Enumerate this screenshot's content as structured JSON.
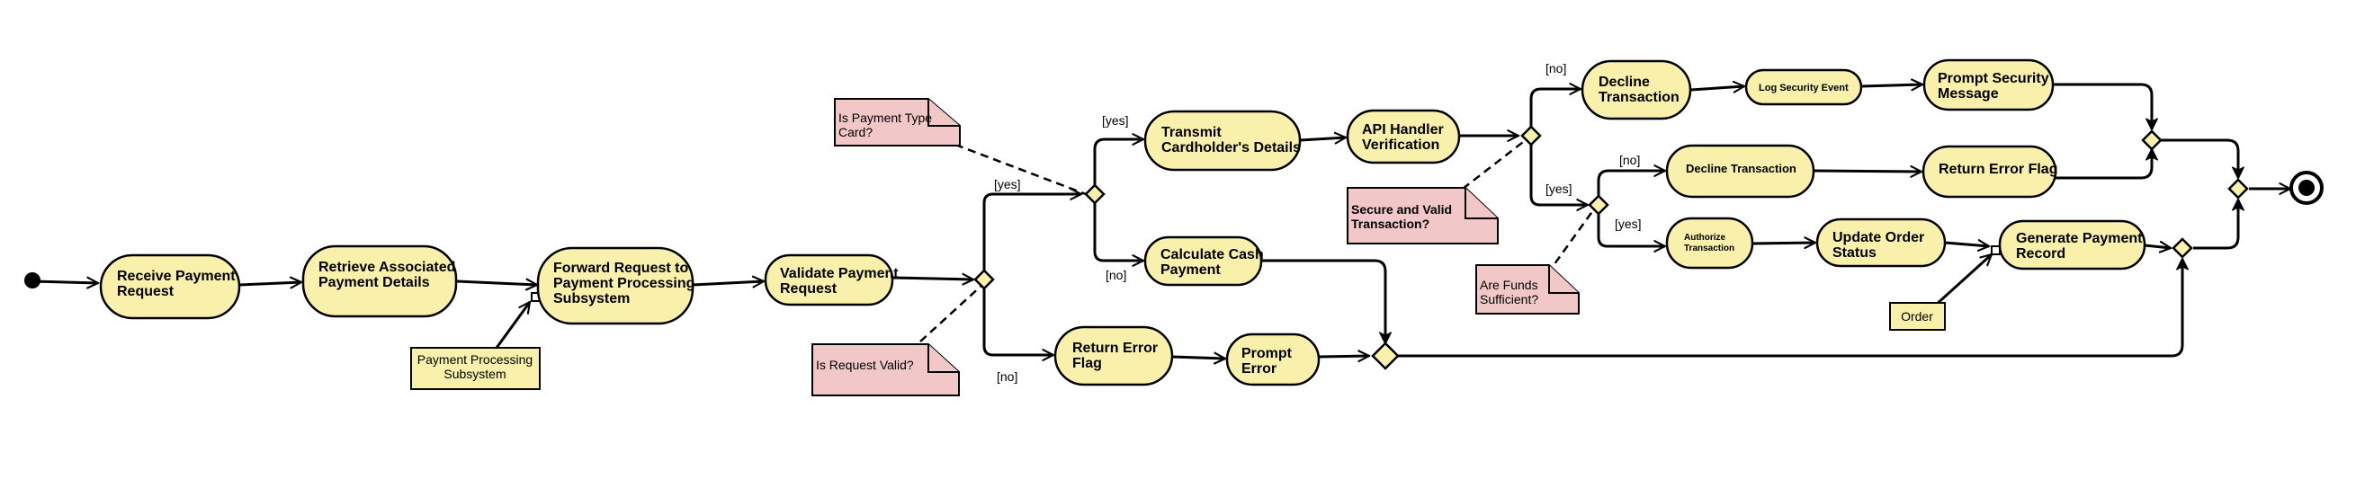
{
  "activities": {
    "receive_payment_request": "Receive Payment\nRequest",
    "retrieve_payment_details": "Retrieve Associated\nPayment Details",
    "forward_request": "Forward Request to\nPayment Processing\nSubsystem",
    "validate_payment_request": "Validate Payment\nRequest",
    "transmit_cardholder_details": "Transmit\nCardholder's Details",
    "calculate_cash_payment": "Calculate Cash\nPayment",
    "return_error_flag_1": "Return Error\nFlag",
    "prompt_error": "Prompt\nError",
    "api_handler_verification": "API Handler\nVerification",
    "decline_transaction_1": "Decline\nTransaction",
    "log_security_event": "Log Security Event",
    "prompt_security_message": "Prompt Security\nMessage",
    "decline_transaction_2": "Decline Transaction",
    "return_error_flag_2": "Return Error Flag",
    "authorize_transaction": "Authorize\nTransaction",
    "update_order_status": "Update Order\nStatus",
    "generate_payment_record": "Generate Payment\nRecord"
  },
  "notes": {
    "is_payment_type_card": "Is Payment Type\nCard?",
    "is_request_valid": "Is Request Valid?",
    "secure_and_valid": "Secure and Valid\nTransaction?",
    "are_funds_sufficient": "Are Funds\nSufficient?"
  },
  "object_nodes": {
    "payment_processing_subsystem": "Payment Processing\nSubsystem",
    "order": "Order"
  },
  "guards": {
    "yes_valid": "[yes]",
    "no_valid": "[no]",
    "yes_card": "[yes]",
    "no_card": "[no]",
    "no_secure": "[no]",
    "yes_secure": "[yes]",
    "no_funds": "[no]",
    "yes_funds": "[yes]"
  },
  "colors": {
    "activity_fill": "#f8f0ab",
    "note_fill": "#f2c7c7",
    "stroke": "#000000"
  }
}
